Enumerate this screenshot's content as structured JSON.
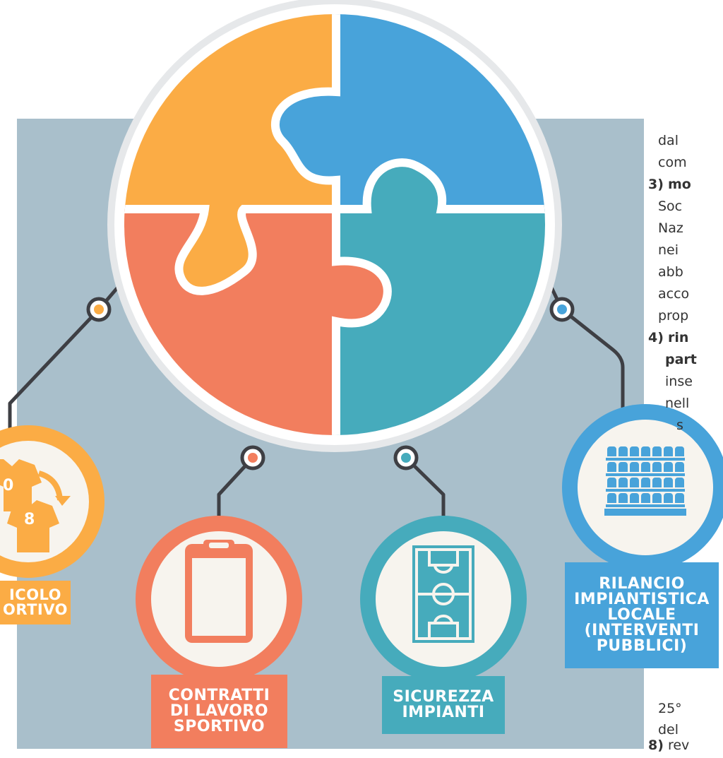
{
  "colors": {
    "orange": "#FBAC45",
    "blue": "#48A3DA",
    "coral": "#F27E5E",
    "teal": "#46ABBC",
    "panel": "#A9BFCB",
    "line": "#3E3F44"
  },
  "labels": {
    "left": [
      "ICOLO",
      "ORTIVO"
    ],
    "contratti": [
      "CONTRATTI",
      "DI LAVORO",
      "SPORTIVO"
    ],
    "sicurezza": [
      "SICUREZZA",
      "IMPIANTI"
    ],
    "rilancio": [
      "RILANCIO",
      "IMPIANTISTICA",
      "LOCALE",
      "(INTERVENTI",
      "PUBBLICI)"
    ]
  },
  "jersey_numbers": [
    "0",
    "8"
  ],
  "icons": {
    "puzzle": "puzzle-icon",
    "jerseys": "jersey-swap-icon",
    "clipboard": "clipboard-icon",
    "field": "football-field-icon",
    "stands": "stadium-seats-icon"
  },
  "side_text": {
    "line1": "dal",
    "line2": "com",
    "line3_num": "3)",
    "line3_rest": "mo",
    "line4": "Soc",
    "line5": "Naz",
    "line6": "nei",
    "line7": "abb",
    "line8": "acco",
    "line9": "prop",
    "line10_num": "4)",
    "line10_rest": "rin",
    "line11": "part",
    "line12": "inse",
    "line13": "nell",
    "line14": "s",
    "line15": "25°",
    "line16": "del",
    "line17_num": "8)",
    "line17_rest": "rev"
  }
}
